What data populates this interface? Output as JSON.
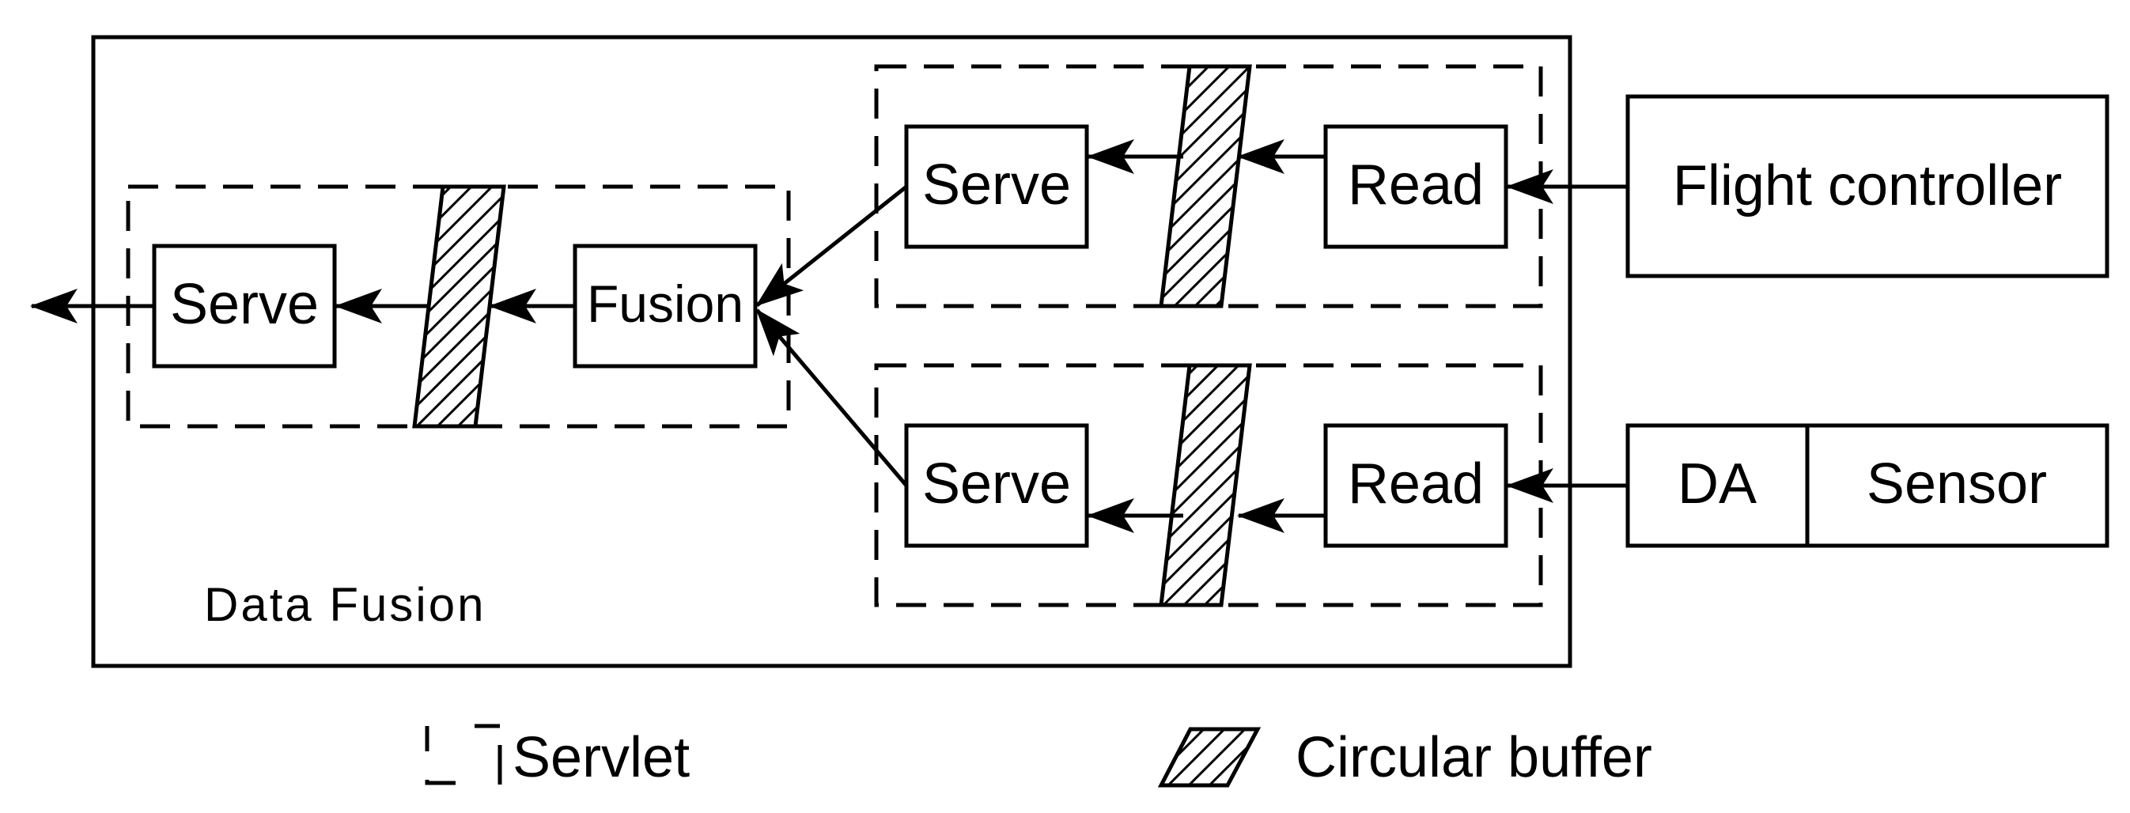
{
  "blocks": {
    "sb_serve": "Serve",
    "sb_fusion": "Fusion",
    "top_serve": "Serve",
    "top_read": "Read",
    "bot_serve": "Serve",
    "bot_read": "Read"
  },
  "external": {
    "flight_controller": "Flight controller",
    "da": "DA",
    "sensor": "Sensor"
  },
  "container_label": "Data Fusion",
  "legend": {
    "servlet": "Servlet",
    "circular_buffer": "Circular buffer"
  }
}
